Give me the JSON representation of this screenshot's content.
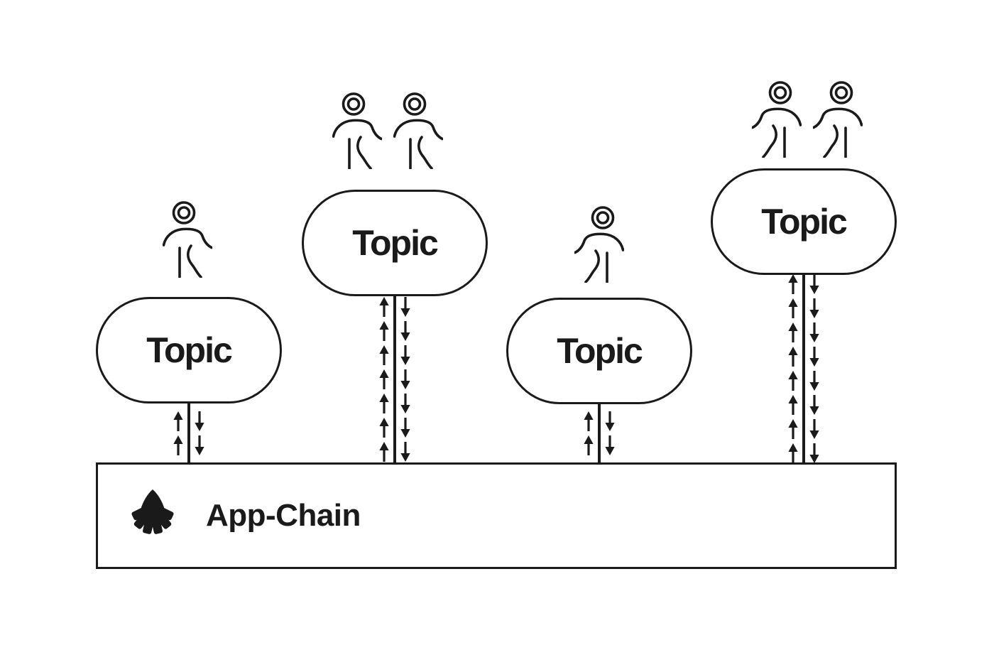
{
  "app_chain": {
    "label": "App-Chain",
    "logo_icon": "fan-logo-icon"
  },
  "topics": [
    {
      "label": "Topic",
      "persons": 1,
      "mirrored": false,
      "up_arrows": 2,
      "down_arrows": 2
    },
    {
      "label": "Topic",
      "persons": 2,
      "mirrored": false,
      "up_arrows": 7,
      "down_arrows": 7
    },
    {
      "label": "Topic",
      "persons": 1,
      "mirrored": true,
      "up_arrows": 2,
      "down_arrows": 2
    },
    {
      "label": "Topic",
      "persons": 2,
      "mirrored": true,
      "up_arrows": 8,
      "down_arrows": 8
    }
  ],
  "icons": {
    "person": "person-icon",
    "arrow_up": "arrow-up-icon",
    "arrow_down": "arrow-down-icon"
  },
  "colors": {
    "stroke": "#1a1a1a",
    "background": "#ffffff"
  }
}
